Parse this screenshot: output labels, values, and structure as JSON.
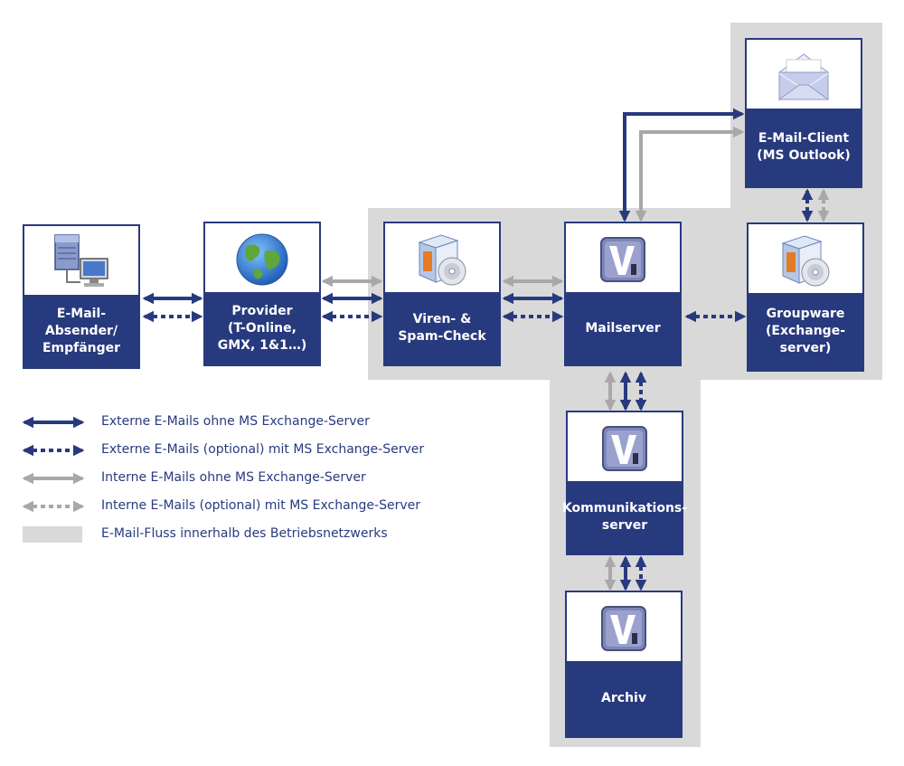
{
  "colors": {
    "dark_blue": "#283a7e",
    "gray_arrow": "#a8a8a8",
    "network_bg": "#d9d9d9"
  },
  "nodes": {
    "sender": {
      "label": "E-Mail-\nAbsender/\nEmpfänger",
      "icon": "server-computer-icon"
    },
    "provider": {
      "label": "Provider\n(T-Online,\nGMX, 1&1…)",
      "icon": "globe-icon"
    },
    "virus": {
      "label": "Viren- &\nSpam-Check",
      "icon": "software-box-icon"
    },
    "mailserver": {
      "label": "Mailserver",
      "icon": "v-logo-icon"
    },
    "client": {
      "label": "E-Mail-Client\n(MS Outlook)",
      "icon": "envelope-icon"
    },
    "groupware": {
      "label": "Groupware\n(Exchange-\nserver)",
      "icon": "software-box-icon"
    },
    "kommunikation": {
      "label": "Kommunikations-\nserver",
      "icon": "v-logo-icon"
    },
    "archiv": {
      "label": "Archiv",
      "icon": "v-logo-icon"
    }
  },
  "legend": [
    {
      "label": "Externe E-Mails ohne MS Exchange-Server",
      "style": "solid-dark"
    },
    {
      "label": "Externe E-Mails (optional) mit MS Exchange-Server",
      "style": "dotted-dark"
    },
    {
      "label": "Interne E-Mails ohne MS Exchange-Server",
      "style": "solid-gray"
    },
    {
      "label": "Interne E-Mails (optional) mit MS Exchange-Server",
      "style": "dotted-gray"
    },
    {
      "label": "E-Mail-Fluss innerhalb des Betriebsnetzwerks",
      "style": "gray-area"
    }
  ]
}
